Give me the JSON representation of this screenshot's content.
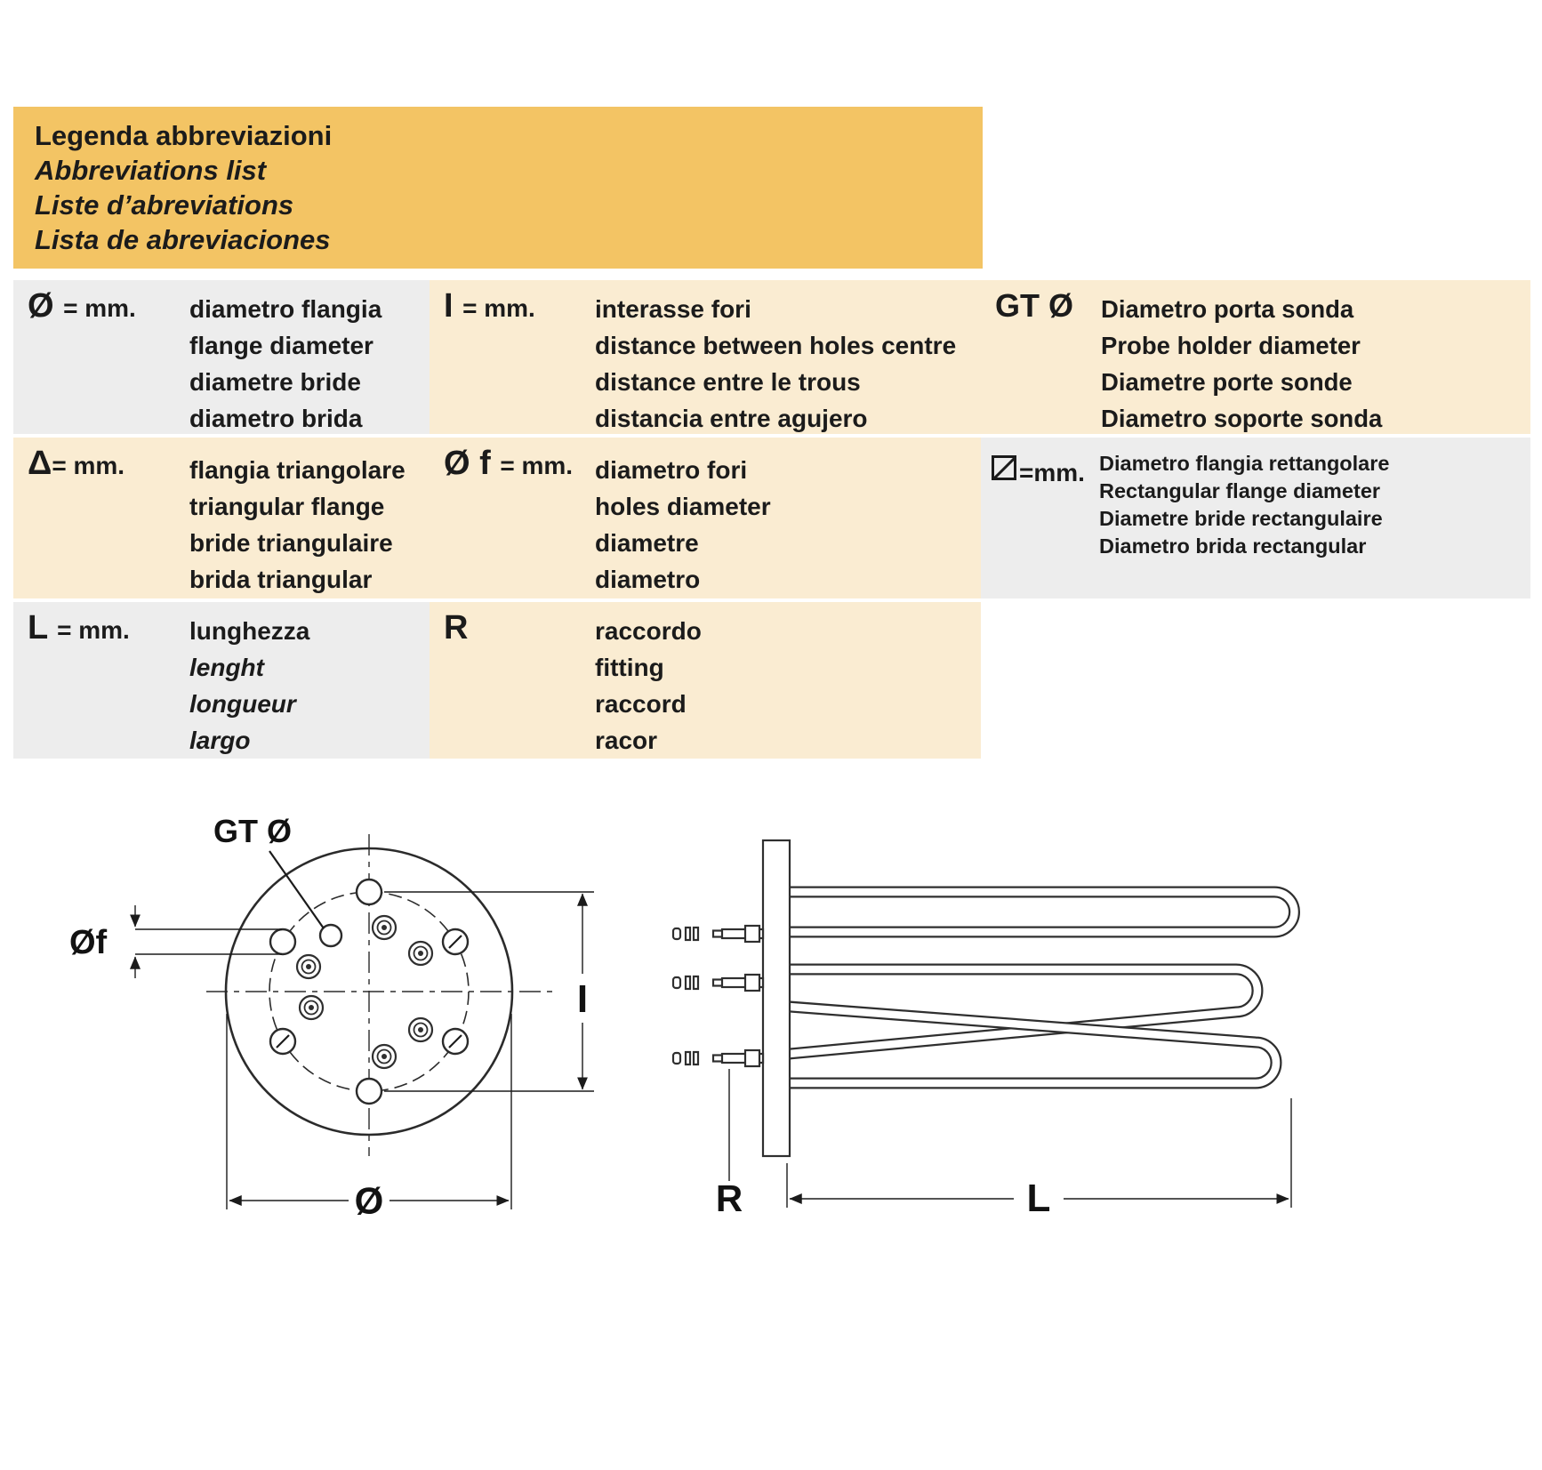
{
  "header": {
    "bg_color": "#f3c464",
    "lines": [
      "Legenda abbreviazioni",
      "Abbreviations list",
      "Liste d’abreviations",
      "Lista de abreviaciones"
    ]
  },
  "legend": {
    "colors": {
      "cream": "#faecd2",
      "gray": "#ededed"
    },
    "rows": [
      {
        "cells": [
          {
            "sym": "Ø",
            "eq": "= mm.",
            "lines": [
              "diametro flangia",
              "flange diameter",
              "diametre bride",
              "diametro brida"
            ]
          },
          {
            "sym": "I",
            "eq": "= mm.",
            "lines": [
              "interasse fori",
              "distance between holes centre",
              "distance entre le trous",
              "distancia entre agujero"
            ]
          },
          {
            "sym": "GT Ø",
            "eq": "",
            "lines": [
              "Diametro porta sonda",
              "Probe holder diameter",
              "Diametre porte sonde",
              "Diametro soporte sonda"
            ]
          }
        ]
      },
      {
        "cells": [
          {
            "sym": "Δ",
            "eq": "= mm.",
            "lines": [
              "flangia triangolare",
              "triangular flange",
              "bride triangulaire",
              "brida triangular"
            ]
          },
          {
            "sym": "Ø f",
            "eq": "= mm.",
            "lines": [
              "diametro fori",
              "holes diameter",
              "diametre",
              "diametro"
            ]
          },
          {
            "sym": "",
            "eq": "=mm.",
            "icon": "rect-flange-symbol",
            "lines": [
              "Diametro flangia rettangolare",
              "Rectangular flange diameter",
              "Diametre bride rectangulaire",
              "Diametro brida rectangular"
            ]
          }
        ]
      },
      {
        "cells": [
          {
            "sym": "L",
            "eq": "= mm.",
            "lines": [
              "lunghezza",
              "lenght",
              "longueur",
              "largo"
            ]
          },
          {
            "sym": "R",
            "eq": "",
            "lines": [
              "raccordo",
              "fitting",
              "raccord",
              "racor"
            ]
          }
        ]
      }
    ]
  },
  "diagram": {
    "flange": {
      "gt_label": "GT Ø",
      "of_label": "Øf",
      "i_label": "I",
      "dia_label": "Ø"
    },
    "element": {
      "r_label": "R",
      "l_label": "L"
    }
  }
}
